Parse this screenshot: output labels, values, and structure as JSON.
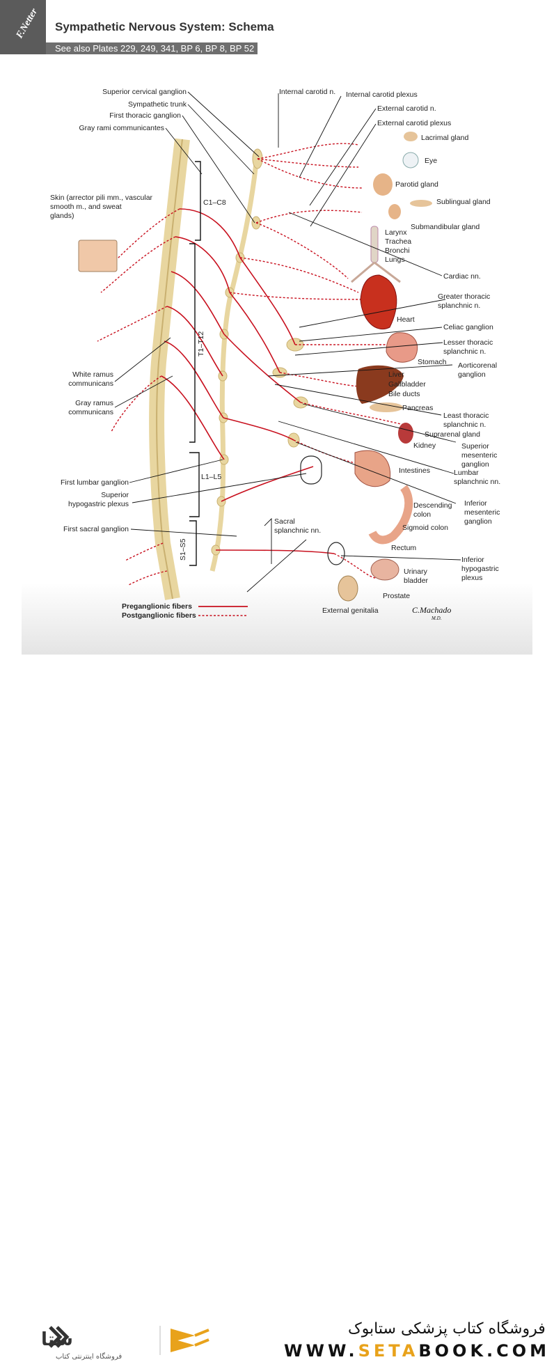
{
  "header": {
    "logo_text": "F.Netter",
    "title": "Sympathetic Nervous System: Schema",
    "see_also": "See also Plates 229, 249, 341, BP 6, BP 8, BP 52"
  },
  "labels_left": [
    "Superior cervical ganglion",
    "Sympathetic trunk",
    "First thoracic ganglion",
    "Gray rami communicantes",
    "Skin (arrector pili mm., vascular",
    "smooth m., and sweat",
    "glands)",
    "White ramus",
    "communicans",
    "Gray ramus",
    "communicans",
    "First lumbar ganglion",
    "Superior",
    "hypogastric plexus",
    "First sacral ganglion"
  ],
  "labels_top": [
    "Internal carotid n.",
    "Internal carotid plexus",
    "External carotid n.",
    "External carotid plexus"
  ],
  "labels_right": [
    "Lacrimal gland",
    "Eye",
    "Parotid  gland",
    "Sublingual gland",
    "Submandibular gland",
    "Larynx",
    "Trachea",
    "Bronchi",
    "Lungs",
    "Cardiac nn.",
    "Greater thoracic",
    "splanchnic n.",
    "Heart",
    "Celiac ganglion",
    "Lesser thoracic",
    "splanchnic n.",
    "Stomach",
    "Aorticorenal",
    "ganglion",
    "Liver",
    "Gallbladder",
    "Bile ducts",
    "Pancreas",
    "Least thoracic",
    "splanchnic n.",
    "Suprarenal gland",
    "Kidney",
    "Superior",
    "mesenteric",
    "ganglion",
    "Intestines",
    "Lumbar",
    "splanchnic nn.",
    "Inferior",
    "mesenteric",
    "ganglion",
    "Descending",
    "colon",
    "Sigmoid colon",
    "Rectum",
    "Inferior",
    "hypogastric",
    "plexus",
    "Urinary",
    "bladder",
    "Prostate",
    "External genitalia"
  ],
  "sacral_label": [
    "Sacral",
    "splanchnic nn."
  ],
  "segments": {
    "cervical": "C1–C8",
    "thoracic": "T1–T12",
    "lumbar": "L1–L5",
    "sacral": "S1–S5"
  },
  "legend": {
    "pre": "Preganglionic fibers",
    "post": "Postganglionic fibers"
  },
  "signature": "C.Machado",
  "signature_md": "M.D.",
  "footer": {
    "shop_fa": "فروشگاه کتاب پزشکی ستابوک",
    "url_pre": "WWW.",
    "url_hl": "SETA",
    "url_post": "BOOK.COM",
    "brand_fa": "ستابوک",
    "brand_sub": "فروشگاه اینترنتی کتاب"
  },
  "colors": {
    "nerve": "#c8101e",
    "ganglion": "#e8d6a0",
    "header_gray": "#6e6e6e",
    "accent": "#e8a21b"
  }
}
